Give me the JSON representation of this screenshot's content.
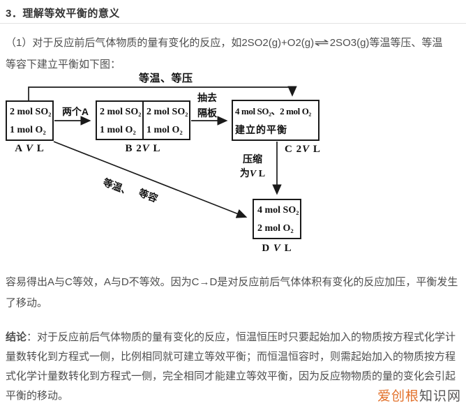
{
  "header": {
    "title": "3．理解等效平衡的意义"
  },
  "intro": {
    "line1_pre": "（1）对于反应前后气体物质的量有变化的反应，如2SO2(g)+O2(g)",
    "line1_arrow": "⇌",
    "line1_post": "2SO3(g)等温等压、等温",
    "line2": "等容下建立平衡如下图："
  },
  "diagram": {
    "top_arrow_label": "等温、等压",
    "arrow_ab_label": "两个A",
    "arrow_bc_label_line1": "抽去",
    "arrow_bc_label_line2": "隔板",
    "arrow_cd_label_line1": "压缩",
    "arrow_cd_label_line2": [
      {
        "t": "为"
      },
      {
        "t": "V",
        "i": true
      },
      {
        "t": " L"
      }
    ],
    "diag_arrow_label_1": "等温、",
    "diag_arrow_label_2": "等容",
    "box_a": {
      "line1": "2 mol SO₂",
      "line2": "1 mol O₂",
      "label": [
        {
          "t": "A "
        },
        {
          "t": "V",
          "i": true
        },
        {
          "t": " L"
        }
      ]
    },
    "box_b": {
      "cell1_line1": "2 mol SO₂",
      "cell1_line2": "1 mol O₂",
      "cell2_line1": "2 mol SO₂",
      "cell2_line2": "1 mol O₂",
      "label": [
        {
          "t": "B 2"
        },
        {
          "t": "V",
          "i": true
        },
        {
          "t": " L"
        }
      ]
    },
    "box_c": {
      "line1": "4 mol SO₂、2 mol O₂",
      "line2": "建立的平衡",
      "label": [
        {
          "t": "C 2"
        },
        {
          "t": "V",
          "i": true
        },
        {
          "t": " L"
        }
      ]
    },
    "box_d": {
      "line1": "4 mol SO₂",
      "line2": "2 mol O₂",
      "label": [
        {
          "t": "D "
        },
        {
          "t": "V",
          "i": true
        },
        {
          "t": " L"
        }
      ]
    }
  },
  "analysis": {
    "line1": "容易得出A与C等效，A与D不等效。因为C→D是对反应前后气体体积有变化的反应加压，平衡发生",
    "line2": "了移动。"
  },
  "conclusion": {
    "label": "结论",
    "line1_rest": "：对于反应前后气体物质的量有变化的反应，恒温恒压时只要起始加入的物质按方程式化学计",
    "line2": "量数转化到方程式一侧，比例相同就可建立等效平衡；而恒温恒容时，则需起始加入的物质按方程",
    "line3": "式化学计量数转化到方程式一侧，完全相同才能建立等效平衡，因为反应物物质的量的变化会引起",
    "line4": "平衡的移动。"
  },
  "watermark": {
    "highlight": "爱创根",
    "rest": "知识网",
    "highlight_color": "#e2702a"
  }
}
